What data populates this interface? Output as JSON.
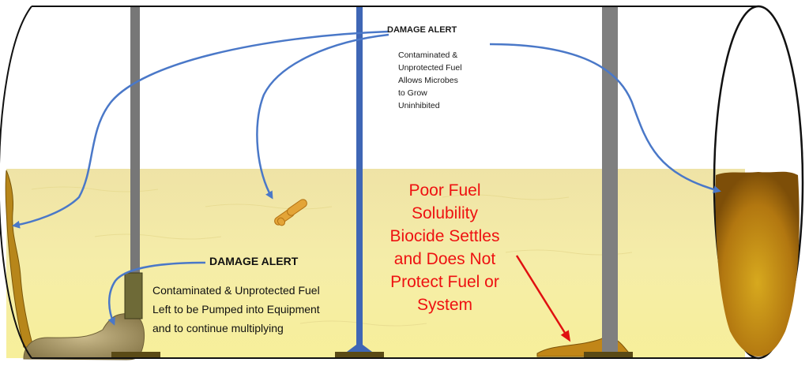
{
  "top_alert": {
    "title": "DAMAGE ALERT",
    "body": "Contaminated &\nUnprotected Fuel\nAllows Microbes\nto Grow\nUninhibited"
  },
  "bottom_alert": {
    "title": "DAMAGE ALERT",
    "body": "Contaminated & Unprotected Fuel\nLeft to be Pumped into Equipment\nand to continue multiplying"
  },
  "biocide_note": "Poor Fuel\nSolubility\nBiocide Settles\nand Does Not\nProtect Fuel or\nSystem",
  "colors": {
    "fuel": "#f3eaa0",
    "arrow_blue": "#4a78c8",
    "arrow_red": "#e01010",
    "sludge": "#b8790e",
    "pipe_grey": "#777777",
    "pipe_blue": "#3f66b5"
  }
}
